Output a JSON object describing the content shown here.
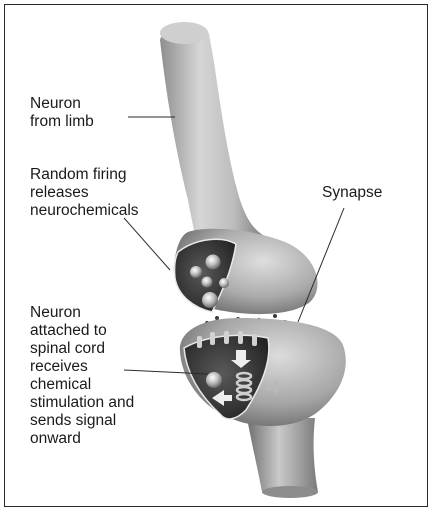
{
  "labels": {
    "neuron_from_limb": [
      "Neuron",
      "from limb"
    ],
    "random_firing": [
      "Random firing",
      "releases",
      "neurochemicals"
    ],
    "synapse": "Synapse",
    "spinal_neuron": [
      "Neuron",
      "attached to",
      "spinal cord",
      "receives",
      "chemical",
      "stimulation and",
      "sends signal",
      "onward"
    ]
  },
  "colors": {
    "frame": "#2a2a2a",
    "text": "#1a1a1a",
    "neuron_light": "#d9d9d9",
    "neuron_mid": "#a8a8a8",
    "neuron_dark": "#5e5e5e"
  }
}
